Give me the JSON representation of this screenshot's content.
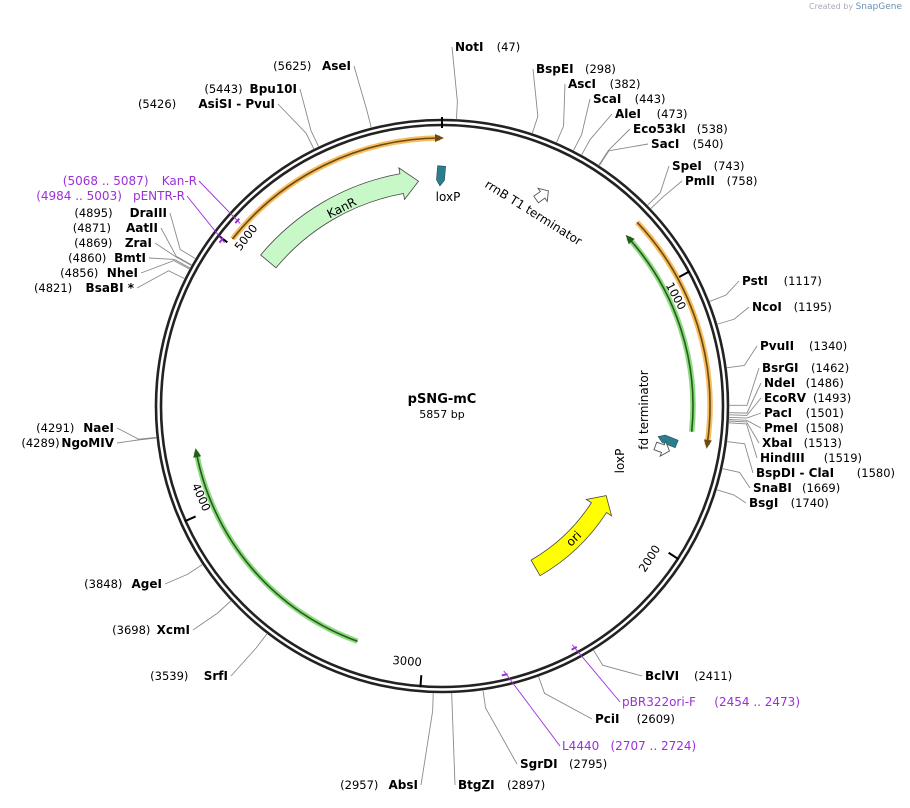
{
  "credit": {
    "prefix": "Created by",
    "brand": "SnapGene"
  },
  "plasmid": {
    "name": "pSNG-mC",
    "size_label": "5857 bp",
    "length": 5857
  },
  "ticks": [
    {
      "label": "1000",
      "bp": 1000
    },
    {
      "label": "2000",
      "bp": 2000
    },
    {
      "label": "3000",
      "bp": 3000
    },
    {
      "label": "4000",
      "bp": 4000
    },
    {
      "label": "5000",
      "bp": 5000
    }
  ],
  "sites": [
    {
      "name": "NotI",
      "pos": "(47)",
      "bp": 47
    },
    {
      "name": "BspEI",
      "pos": "(298)",
      "bp": 298
    },
    {
      "name": "AscI",
      "pos": "(382)",
      "bp": 382
    },
    {
      "name": "ScaI",
      "pos": "(443)",
      "bp": 443
    },
    {
      "name": "AleI",
      "pos": "(473)",
      "bp": 473
    },
    {
      "name": "Eco53kI",
      "pos": "(538)",
      "bp": 538
    },
    {
      "name": "SacI",
      "pos": "(540)",
      "bp": 540
    },
    {
      "name": "SpeI",
      "pos": "(743)",
      "bp": 743
    },
    {
      "name": "PmlI",
      "pos": "(758)",
      "bp": 758
    },
    {
      "name": "PstI",
      "pos": "(1117)",
      "bp": 1117
    },
    {
      "name": "NcoI",
      "pos": "(1195)",
      "bp": 1195
    },
    {
      "name": "PvuII",
      "pos": "(1340)",
      "bp": 1340
    },
    {
      "name": "BsrGI",
      "pos": "(1462)",
      "bp": 1462
    },
    {
      "name": "NdeI",
      "pos": "(1486)",
      "bp": 1486
    },
    {
      "name": "EcoRV",
      "pos": "(1493)",
      "bp": 1493
    },
    {
      "name": "PacI",
      "pos": "(1501)",
      "bp": 1501
    },
    {
      "name": "PmeI",
      "pos": "(1508)",
      "bp": 1508
    },
    {
      "name": "XbaI",
      "pos": "(1513)",
      "bp": 1513
    },
    {
      "name": "HindIII",
      "pos": "(1519)",
      "bp": 1519
    },
    {
      "name": "BspDI - ClaI",
      "pos": "(1580)",
      "bp": 1580
    },
    {
      "name": "SnaBI",
      "pos": "(1669)",
      "bp": 1669
    },
    {
      "name": "BsgI",
      "pos": "(1740)",
      "bp": 1740
    },
    {
      "name": "BclVI",
      "pos": "(2411)",
      "bp": 2411
    },
    {
      "name": "PciI",
      "pos": "(2609)",
      "bp": 2609
    },
    {
      "name": "SgrDI",
      "pos": "(2795)",
      "bp": 2795
    },
    {
      "name": "BtgZI",
      "pos": "(2897)",
      "bp": 2897
    },
    {
      "name": "AbsI",
      "pos": "(2957)",
      "bp": 2957
    },
    {
      "name": "SrfI",
      "pos": "(3539)",
      "bp": 3539
    },
    {
      "name": "XcmI",
      "pos": "(3698)",
      "bp": 3698
    },
    {
      "name": "AgeI",
      "pos": "(3848)",
      "bp": 3848
    },
    {
      "name": "NgoMIV",
      "pos": "(4289)",
      "bp": 4289
    },
    {
      "name": "NaeI",
      "pos": "(4291)",
      "bp": 4291
    },
    {
      "name": "BsaBI *",
      "pos": "(4821)",
      "bp": 4821
    },
    {
      "name": "NheI",
      "pos": "(4856)",
      "bp": 4856
    },
    {
      "name": "BmtI",
      "pos": "(4860)",
      "bp": 4860
    },
    {
      "name": "ZraI",
      "pos": "(4869)",
      "bp": 4869
    },
    {
      "name": "AatII",
      "pos": "(4871)",
      "bp": 4871
    },
    {
      "name": "DraIII",
      "pos": "(4895)",
      "bp": 4895
    },
    {
      "name": "AsiSI - PvuI",
      "pos": "(5426)",
      "bp": 5426
    },
    {
      "name": "Bpu10I",
      "pos": "(5443)",
      "bp": 5443
    },
    {
      "name": "AseI",
      "pos": "(5625)",
      "bp": 5625
    }
  ],
  "primers": [
    {
      "name": "Kan-R",
      "range": "(5068 .. 5087)",
      "bp": 5078
    },
    {
      "name": "pENTR-R",
      "range": "(4984 .. 5003)",
      "bp": 4993
    },
    {
      "name": "pBR322ori-F",
      "range": "(2454 .. 2473)",
      "bp": 2463
    },
    {
      "name": "L4440",
      "range": "(2707 .. 2724)",
      "bp": 2715
    }
  ],
  "features": [
    {
      "name": "KanR",
      "type": "CDS",
      "start": 5015,
      "end": 5800,
      "color": "#c8f7c8"
    },
    {
      "name": "ori",
      "type": "rep_origin",
      "start": 1880,
      "end": 2470,
      "color": "#ffff00"
    },
    {
      "name": "loxP",
      "type": "protein_bind",
      "start": 5845,
      "end": 5857,
      "color": "#2e7d8f"
    },
    {
      "name": "loxP",
      "type": "protein_bind",
      "start": 1595,
      "end": 1610,
      "color": "#2e7d8f"
    },
    {
      "name": "rrnB T1 terminator",
      "type": "terminator",
      "start": 290,
      "end": 320,
      "color": "#ffffff"
    },
    {
      "name": "fd terminator",
      "type": "terminator",
      "start": 1500,
      "end": 1530,
      "color": "#ffffff"
    }
  ],
  "colors": {
    "orange_arc": "#f5b041",
    "green_arc": "#7ad36b",
    "purple": "#9b30d9",
    "teal": "#2e7d8f"
  }
}
